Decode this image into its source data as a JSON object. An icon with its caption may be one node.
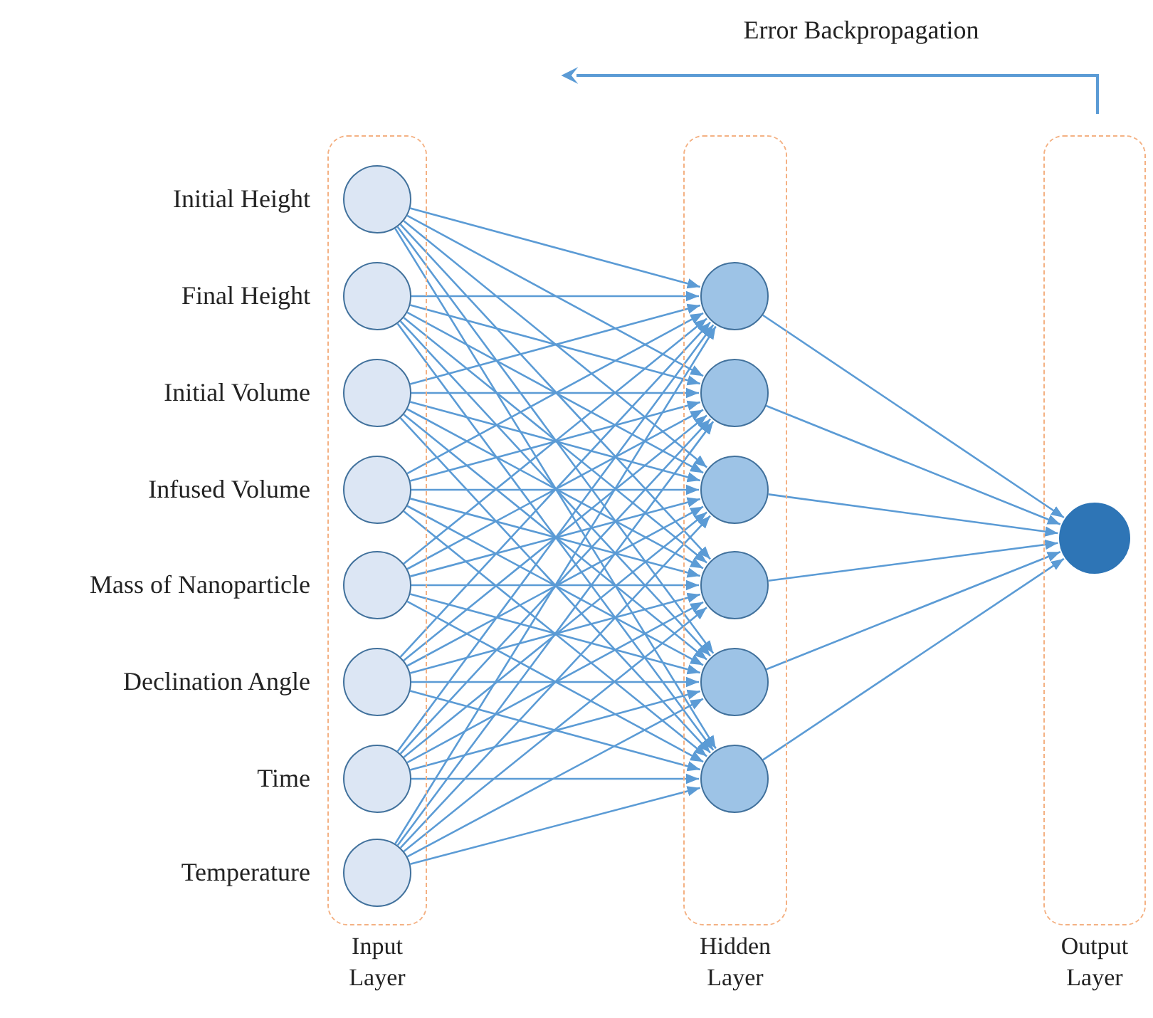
{
  "diagram": {
    "nodes": [
      {
        "text": [
          "Input Layer"
        ]
      },
      {
        "text": [],
        "shape": "circle",
        "in": 0,
        "beside": [
          "Initial Height"
        ]
      },
      {
        "text": [],
        "shape": "circle",
        "in": 0,
        "beside": [
          "Final Height"
        ]
      },
      {
        "text": [],
        "shape": "circle",
        "in": 0,
        "beside": [
          "Initial Volume"
        ]
      },
      {
        "text": [],
        "shape": "circle",
        "in": 0,
        "beside": [
          "Infused Volume"
        ]
      },
      {
        "text": [],
        "shape": "circle",
        "in": 0,
        "beside": [
          "Mass of Nanoparticle"
        ]
      },
      {
        "text": [],
        "shape": "circle",
        "in": 0,
        "beside": [
          "Declination Angle"
        ]
      },
      {
        "text": [],
        "shape": "circle",
        "in": 0,
        "beside": [
          "Time"
        ]
      },
      {
        "text": [],
        "shape": "circle",
        "in": 0,
        "beside": [
          "Temperature"
        ]
      },
      {
        "text": [
          "Hidden Layer"
        ]
      },
      {
        "text": [],
        "shape": "circle",
        "in": 9
      },
      {
        "text": [],
        "shape": "circle",
        "in": 9
      },
      {
        "text": [],
        "shape": "circle",
        "in": 9
      },
      {
        "text": [],
        "shape": "circle",
        "in": 9
      },
      {
        "text": [],
        "shape": "circle",
        "in": 9
      },
      {
        "text": [],
        "shape": "circle",
        "in": 9
      },
      {
        "text": [
          "Output Layer"
        ]
      },
      {
        "text": [],
        "shape": "circle",
        "in": 16
      }
    ],
    "edges": [
      {
        "from": 1,
        "to": 10,
        "arrow": "to"
      },
      {
        "from": 1,
        "to": 11,
        "arrow": "to"
      },
      {
        "from": 1,
        "to": 12,
        "arrow": "to"
      },
      {
        "from": 1,
        "to": 13,
        "arrow": "to"
      },
      {
        "from": 1,
        "to": 14,
        "arrow": "to"
      },
      {
        "from": 1,
        "to": 15,
        "arrow": "to"
      },
      {
        "from": 2,
        "to": 10,
        "arrow": "to"
      },
      {
        "from": 2,
        "to": 11,
        "arrow": "to"
      },
      {
        "from": 2,
        "to": 12,
        "arrow": "to"
      },
      {
        "from": 2,
        "to": 13,
        "arrow": "to"
      },
      {
        "from": 2,
        "to": 14,
        "arrow": "to"
      },
      {
        "from": 2,
        "to": 15,
        "arrow": "to"
      },
      {
        "from": 3,
        "to": 10,
        "arrow": "to"
      },
      {
        "from": 3,
        "to": 11,
        "arrow": "to"
      },
      {
        "from": 3,
        "to": 12,
        "arrow": "to"
      },
      {
        "from": 3,
        "to": 13,
        "arrow": "to"
      },
      {
        "from": 3,
        "to": 14,
        "arrow": "to"
      },
      {
        "from": 3,
        "to": 15,
        "arrow": "to"
      },
      {
        "from": 4,
        "to": 10,
        "arrow": "to"
      },
      {
        "from": 4,
        "to": 11,
        "arrow": "to"
      },
      {
        "from": 4,
        "to": 12,
        "arrow": "to"
      },
      {
        "from": 4,
        "to": 13,
        "arrow": "to"
      },
      {
        "from": 4,
        "to": 14,
        "arrow": "to"
      },
      {
        "from": 4,
        "to": 15,
        "arrow": "to"
      },
      {
        "from": 5,
        "to": 10,
        "arrow": "to"
      },
      {
        "from": 5,
        "to": 11,
        "arrow": "to"
      },
      {
        "from": 5,
        "to": 12,
        "arrow": "to"
      },
      {
        "from": 5,
        "to": 13,
        "arrow": "to"
      },
      {
        "from": 5,
        "to": 14,
        "arrow": "to"
      },
      {
        "from": 5,
        "to": 15,
        "arrow": "to"
      },
      {
        "from": 6,
        "to": 10,
        "arrow": "to"
      },
      {
        "from": 6,
        "to": 11,
        "arrow": "to"
      },
      {
        "from": 6,
        "to": 12,
        "arrow": "to"
      },
      {
        "from": 6,
        "to": 13,
        "arrow": "to"
      },
      {
        "from": 6,
        "to": 14,
        "arrow": "to"
      },
      {
        "from": 6,
        "to": 15,
        "arrow": "to"
      },
      {
        "from": 7,
        "to": 10,
        "arrow": "to"
      },
      {
        "from": 7,
        "to": 11,
        "arrow": "to"
      },
      {
        "from": 7,
        "to": 12,
        "arrow": "to"
      },
      {
        "from": 7,
        "to": 13,
        "arrow": "to"
      },
      {
        "from": 7,
        "to": 14,
        "arrow": "to"
      },
      {
        "from": 7,
        "to": 15,
        "arrow": "to"
      },
      {
        "from": 8,
        "to": 10,
        "arrow": "to"
      },
      {
        "from": 8,
        "to": 11,
        "arrow": "to"
      },
      {
        "from": 8,
        "to": 12,
        "arrow": "to"
      },
      {
        "from": 8,
        "to": 13,
        "arrow": "to"
      },
      {
        "from": 8,
        "to": 14,
        "arrow": "to"
      },
      {
        "from": 8,
        "to": 15,
        "arrow": "to"
      },
      {
        "from": 10,
        "to": 17,
        "arrow": "to"
      },
      {
        "from": 11,
        "to": 17,
        "arrow": "to"
      },
      {
        "from": 12,
        "to": 17,
        "arrow": "to"
      },
      {
        "from": 13,
        "to": 17,
        "arrow": "to"
      },
      {
        "from": 14,
        "to": 17,
        "arrow": "to"
      },
      {
        "from": 15,
        "to": 17,
        "arrow": "to"
      },
      {
        "from": 16,
        "to": null,
        "arrow": "to",
        "label": "Error Backpropagation"
      }
    ]
  }
}
